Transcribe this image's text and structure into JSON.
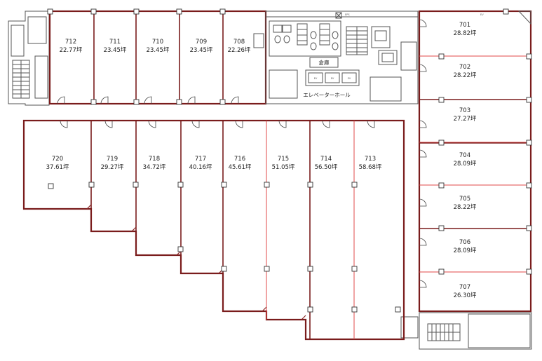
{
  "core": {
    "storage_label": "倉庫",
    "elevator_hall_label": "エレベーターホール",
    "elevator_label": "EV"
  },
  "units": [
    {
      "id": "unit-712",
      "num": "712",
      "area": "22.77坪"
    },
    {
      "id": "unit-711",
      "num": "711",
      "area": "23.45坪"
    },
    {
      "id": "unit-710",
      "num": "710",
      "area": "23.45坪"
    },
    {
      "id": "unit-709",
      "num": "709",
      "area": "23.45坪"
    },
    {
      "id": "unit-708",
      "num": "708",
      "area": "22.26坪"
    },
    {
      "id": "unit-701",
      "num": "701",
      "area": "28.82坪"
    },
    {
      "id": "unit-702",
      "num": "702",
      "area": "28.22坪"
    },
    {
      "id": "unit-703",
      "num": "703",
      "area": "27.27坪"
    },
    {
      "id": "unit-704",
      "num": "704",
      "area": "28.09坪"
    },
    {
      "id": "unit-705",
      "num": "705",
      "area": "28.22坪"
    },
    {
      "id": "unit-706",
      "num": "706",
      "area": "28.09坪"
    },
    {
      "id": "unit-707",
      "num": "707",
      "area": "26.30坪"
    },
    {
      "id": "unit-720",
      "num": "720",
      "area": "37.61坪"
    },
    {
      "id": "unit-719",
      "num": "719",
      "area": "29.27坪"
    },
    {
      "id": "unit-718",
      "num": "718",
      "area": "34.72坪"
    },
    {
      "id": "unit-717",
      "num": "717",
      "area": "40.16坪"
    },
    {
      "id": "unit-716",
      "num": "716",
      "area": "45.61坪"
    },
    {
      "id": "unit-715",
      "num": "715",
      "area": "51.05坪"
    },
    {
      "id": "unit-714",
      "num": "714",
      "area": "56.50坪"
    },
    {
      "id": "unit-713",
      "num": "713",
      "area": "58.68坪"
    }
  ]
}
